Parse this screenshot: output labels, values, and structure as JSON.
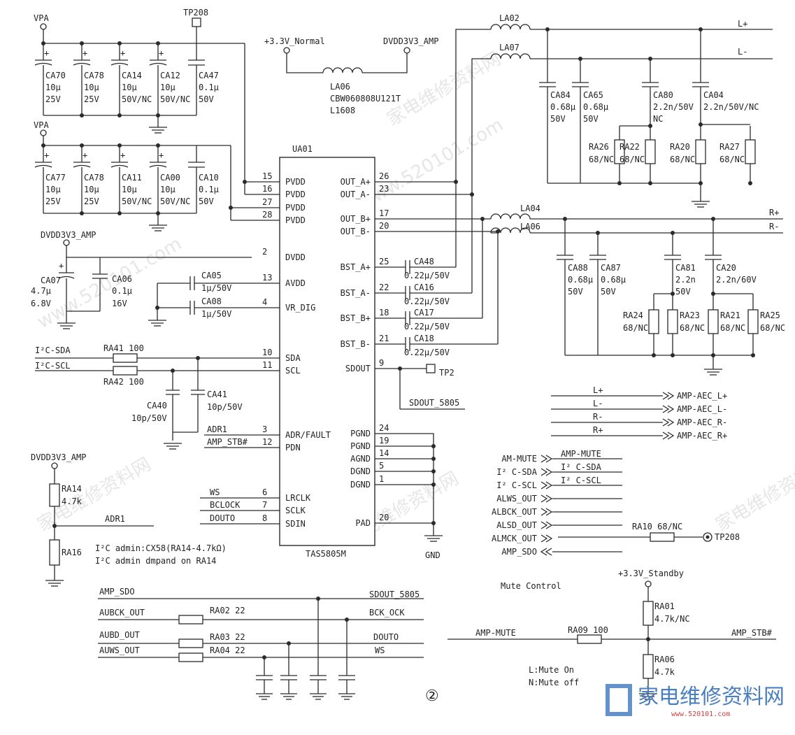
{
  "watermark": {
    "text": "www.520101.com",
    "text2": "家电维修资料网"
  },
  "page_marker": "②",
  "logo": {
    "text": "家电维修资料网",
    "url": "www.520101.com"
  },
  "chip": {
    "ref": "UA01",
    "part": "TAS5805M"
  },
  "left_pins": [
    {
      "num": "15",
      "name": "PVDD"
    },
    {
      "num": "16",
      "name": "PVDD"
    },
    {
      "num": "27",
      "name": "PVDD"
    },
    {
      "num": "28",
      "name": "PVDD"
    },
    {
      "num": "2",
      "name": "DVDD"
    },
    {
      "num": "13",
      "name": "AVDD"
    },
    {
      "num": "4",
      "name": "VR_DIG"
    },
    {
      "num": "10",
      "name": "SDA"
    },
    {
      "num": "11",
      "name": "SCL"
    },
    {
      "num": "3",
      "name": "ADR/FAULT"
    },
    {
      "num": "12",
      "name": "PDN"
    },
    {
      "num": "6",
      "name": "LRCLK"
    },
    {
      "num": "7",
      "name": "SCLK"
    },
    {
      "num": "8",
      "name": "SDIN"
    }
  ],
  "right_pins": [
    {
      "num": "26",
      "name": "OUT_A+"
    },
    {
      "num": "23",
      "name": "OUT_A-"
    },
    {
      "num": "17",
      "name": "OUT_B+"
    },
    {
      "num": "20",
      "name": "OUT_B-"
    },
    {
      "num": "25",
      "name": "BST_A+"
    },
    {
      "num": "22",
      "name": "BST_A-"
    },
    {
      "num": "18",
      "name": "BST_B+"
    },
    {
      "num": "21",
      "name": "BST_B-"
    },
    {
      "num": "9",
      "name": "SDOUT"
    },
    {
      "num": "24",
      "name": "PGND"
    },
    {
      "num": "19",
      "name": "PGND"
    },
    {
      "num": "14",
      "name": "AGND"
    },
    {
      "num": "5",
      "name": "DGND"
    },
    {
      "num": "1",
      "name": "DGND"
    },
    {
      "num": "20",
      "name": "PAD"
    }
  ],
  "gnd_label": "GND",
  "power": {
    "vpa1": "VPA",
    "vpa2": "VPA",
    "tp208": "TP208",
    "v33_normal": "+3.3V_Normal",
    "dvdd_amp": "DVDD3V3_AMP",
    "dvdd_amp2": "DVDD3V3_AMP",
    "dvdd_amp3": "DVDD3V3_AMP",
    "v33_standby": "+3.3V_Standby"
  },
  "caps_row1": [
    {
      "ref": "CA70",
      "val": "10μ",
      "v": "25V"
    },
    {
      "ref": "CA78",
      "val": "10μ",
      "v": "25V"
    },
    {
      "ref": "CA14",
      "val": "10μ",
      "v": "50V/NC"
    },
    {
      "ref": "CA12",
      "val": "10μ",
      "v": "50V/NC"
    },
    {
      "ref": "CA47",
      "val": "0.1μ",
      "v": "50V"
    }
  ],
  "caps_row2": [
    {
      "ref": "CA77",
      "val": "10μ",
      "v": "25V"
    },
    {
      "ref": "CA78",
      "val": "10μ",
      "v": "25V"
    },
    {
      "ref": "CA11",
      "val": "10μ",
      "v": "50V/NC"
    },
    {
      "ref": "CA00",
      "val": "10μ",
      "v": "50V/NC"
    },
    {
      "ref": "CA10",
      "val": "0.1μ",
      "v": "50V"
    }
  ],
  "la06_top": {
    "ref": "LA06",
    "part": "CBW060808U121T",
    "pkg": "L1608"
  },
  "ca07": {
    "ref": "CA07",
    "val": "4.7μ",
    "v": "6.8V"
  },
  "ca06": {
    "ref": "CA06",
    "val": "0.1μ",
    "v": "16V"
  },
  "ca05": {
    "ref": "CA05",
    "val": "1μ/50V"
  },
  "ca08": {
    "ref": "CA08",
    "val": "1μ/50V"
  },
  "i2c": {
    "sda": "I²C-SDA",
    "scl": "I²C-SCL",
    "ra41": "RA41 100",
    "ra42": "RA42 100",
    "ca40": "CA40",
    "ca40v": "10p/50V",
    "ca41": "CA41",
    "ca41v": "10p/50V"
  },
  "adr": {
    "adr1": "ADR1",
    "amp_stb": "AMP_STB#",
    "ws": "WS",
    "bclock": "BCLOCK",
    "douto": "DOUTO"
  },
  "ra14": {
    "ref": "RA14",
    "val": "4.7k"
  },
  "ra16": {
    "ref": "RA16"
  },
  "adr1_net": "ADR1",
  "i2c_note1": "I²C admin:CX58(RA14-4.7kΩ)",
  "i2c_note2": "I²C admin dmpand on RA14",
  "bst_caps": [
    {
      "ref": "CA48",
      "val": "0.22μ/50V"
    },
    {
      "ref": "CA16",
      "val": "0.22μ/50V"
    },
    {
      "ref": "CA17",
      "val": "0.22μ/50V"
    },
    {
      "ref": "CA18",
      "val": "0.22μ/50V"
    }
  ],
  "tp2": "TP2",
  "sdout_5805": "SDOUT_5805",
  "out_inductors": {
    "la02": "LA02",
    "la07": "LA07",
    "la04": "LA04",
    "la06": "LA06"
  },
  "out_nets": {
    "lp": "L+",
    "lm": "L-",
    "rp": "R+",
    "rm": "R-"
  },
  "out_caps_top": [
    {
      "ref": "CA84",
      "val": "0.68μ",
      "v": "50V"
    },
    {
      "ref": "CA65",
      "val": "0.68μ",
      "v": "50V"
    },
    {
      "ref": "CA80",
      "val": "2.2n/50V",
      "v": "NC"
    },
    {
      "ref": "CA04",
      "val": "2.2n/50V/NC",
      "v": ""
    }
  ],
  "out_res_top": [
    {
      "ref": "RA26",
      "val": "68/NC"
    },
    {
      "ref": "RA22",
      "val": "68/NC"
    },
    {
      "ref": "RA20",
      "val": "68/NC"
    },
    {
      "ref": "RA27",
      "val": "68/NC"
    }
  ],
  "out_caps_bot": [
    {
      "ref": "CA88",
      "val": "0.68μ",
      "v": "50V"
    },
    {
      "ref": "CA87",
      "val": "0.68μ",
      "v": "50V"
    },
    {
      "ref": "CA81",
      "val": "2.2n",
      "v": "50V"
    },
    {
      "ref": "CA20",
      "val": "2.2n/60V",
      "v": ""
    }
  ],
  "out_res_bot": [
    {
      "ref": "RA24",
      "val": "68/NC"
    },
    {
      "ref": "RA23",
      "val": "68/NC"
    },
    {
      "ref": "RA21",
      "val": "68/NC"
    },
    {
      "ref": "RA25",
      "val": "68/NC"
    }
  ],
  "aec": [
    {
      "net": "L+",
      "port": "AMP-AEC_L+"
    },
    {
      "net": "L-",
      "port": "AMP-AEC_L-"
    },
    {
      "net": "R-",
      "port": "AMP-AEC_R-"
    },
    {
      "net": "R+",
      "port": "AMP-AEC_R+"
    }
  ],
  "io_ports": [
    {
      "name": "AM-MUTE",
      "net": "AMP-MUTE"
    },
    {
      "name": "I² C-SDA",
      "net": "I² C-SDA"
    },
    {
      "name": "I² C-SCL",
      "net": "I² C-SCL"
    },
    {
      "name": "ALWS_OUT",
      "net": ""
    },
    {
      "name": "ALBCK_OUT",
      "net": ""
    },
    {
      "name": "ALSD_OUT",
      "net": ""
    },
    {
      "name": "ALMCK_OUT",
      "net": ""
    },
    {
      "name": "AMP_SDO",
      "net": ""
    }
  ],
  "ra10": "RA10 68/NC",
  "tp208_b": "TP208",
  "bottom_bus": {
    "amp_sdo": "AMP_SDO",
    "sdout_5805": "SDOUT_5805",
    "aubck": "AUBCK_OUT",
    "ra02": "RA02 22",
    "bck": "BCK_OCK",
    "aubd": "AUBD_OUT",
    "ra03": "RA03 22",
    "douto": "DOUTO",
    "auws": "AUWS_OUT",
    "ra04": "RA04 22",
    "ws": "WS"
  },
  "mute": {
    "title": "Mute Control",
    "in": "AMP-MUTE",
    "ra09": "RA09 100",
    "out": "AMP_STB#",
    "ra01": "RA01",
    "ra01v": "4.7k/NC",
    "ra06": "RA06",
    "ra06v": "4.7k",
    "l1": "L:Mute On",
    "l2": "N:Mute off"
  }
}
